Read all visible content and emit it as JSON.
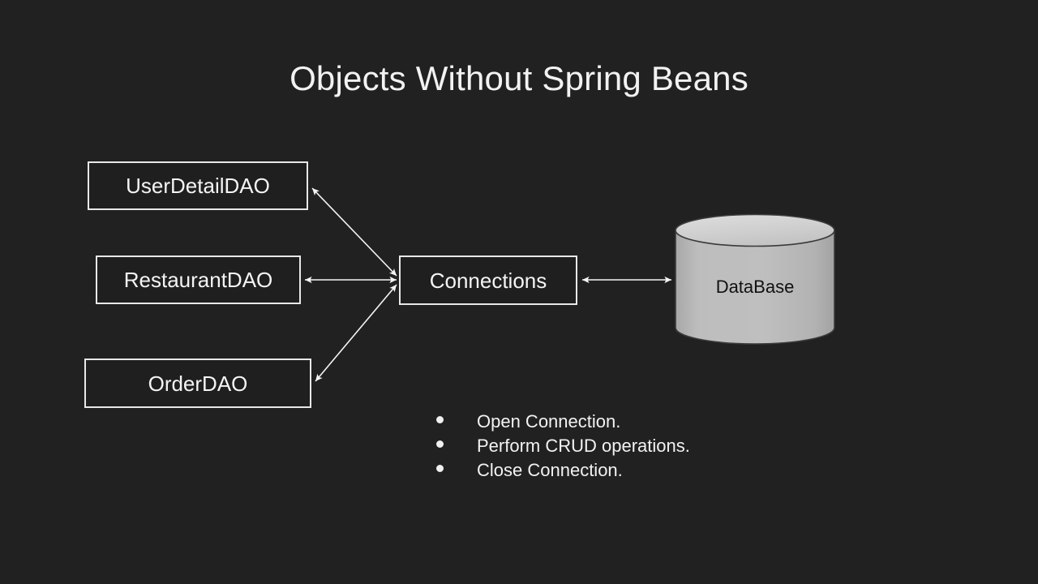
{
  "slide": {
    "title": "Objects Without Spring Beans",
    "background_color": "#212121",
    "text_color": "#f2f2f2"
  },
  "diagram": {
    "nodes": [
      {
        "id": "userdetaildao",
        "label": "UserDetailDAO",
        "shape": "rectangle"
      },
      {
        "id": "restaurantdao",
        "label": "RestaurantDAO",
        "shape": "rectangle"
      },
      {
        "id": "orderdao",
        "label": "OrderDAO",
        "shape": "rectangle"
      },
      {
        "id": "connections",
        "label": "Connections",
        "shape": "rectangle"
      },
      {
        "id": "database",
        "label": "DataBase",
        "shape": "cylinder"
      }
    ],
    "edges": [
      {
        "from": "userdetaildao",
        "to": "connections",
        "style": "double-arrow"
      },
      {
        "from": "restaurantdao",
        "to": "connections",
        "style": "double-arrow"
      },
      {
        "from": "orderdao",
        "to": "connections",
        "style": "double-arrow"
      },
      {
        "from": "connections",
        "to": "database",
        "style": "double-arrow"
      }
    ],
    "colors": {
      "box_border": "#e8e8e8",
      "box_fill": "#1f1f1f",
      "arrow": "#f5f5f5",
      "cylinder_body": "#b8b8b8",
      "cylinder_top": "#d6d6d6",
      "cylinder_stroke": "#3a3a3a",
      "cylinder_label": "#111111"
    }
  },
  "notes": {
    "bullets": [
      "Open Connection.",
      "Perform CRUD operations.",
      "Close Connection."
    ]
  }
}
